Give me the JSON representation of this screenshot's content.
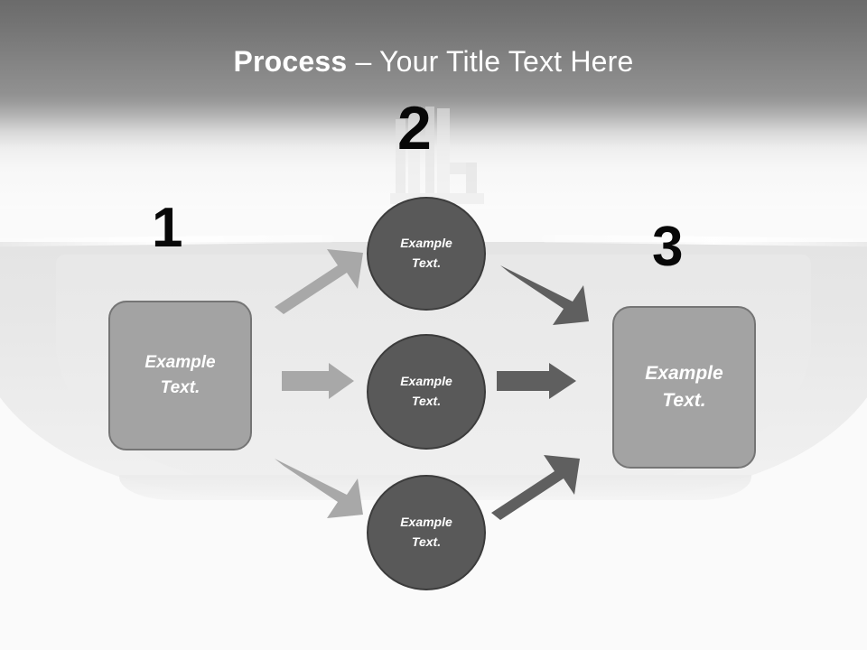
{
  "slide": {
    "title_bold": "Process",
    "title_sep": " – ",
    "title_rest": "Your Title Text Here",
    "background": {
      "header_gradient_top": "#6b6b6b",
      "header_gradient_bottom": "#999999",
      "body_color": "#fafafa",
      "bowl_color": "#e9e9e9"
    }
  },
  "steps": [
    {
      "number": "1",
      "label": "Example\nText."
    },
    {
      "number": "2",
      "label": "Example\nText."
    },
    {
      "number": "3",
      "label": "Example\nText."
    }
  ],
  "shapes": {
    "left_box": {
      "text": "Example\nText.",
      "fill": "#a3a3a3",
      "stroke": "#757575"
    },
    "right_box": {
      "text": "Example\nText.",
      "fill": "#a3a3a3",
      "stroke": "#757575"
    },
    "circle_top": {
      "text": "Example\nText.",
      "fill": "#595959",
      "stroke": "#3c3c3c"
    },
    "circle_middle": {
      "text": "Example\nText.",
      "fill": "#595959",
      "stroke": "#3c3c3c"
    },
    "circle_bottom": {
      "text": "Example\nText.",
      "fill": "#595959",
      "stroke": "#3c3c3c"
    }
  },
  "arrows": {
    "light_fill": "#a8a8a8",
    "dark_fill": "#5f5f5f",
    "in_top": "arrow-up-right-icon",
    "in_middle": "arrow-right-icon",
    "in_bottom": "arrow-down-right-icon",
    "out_top": "arrow-down-right-icon",
    "out_middle": "arrow-right-icon",
    "out_bottom": "arrow-up-right-icon"
  }
}
